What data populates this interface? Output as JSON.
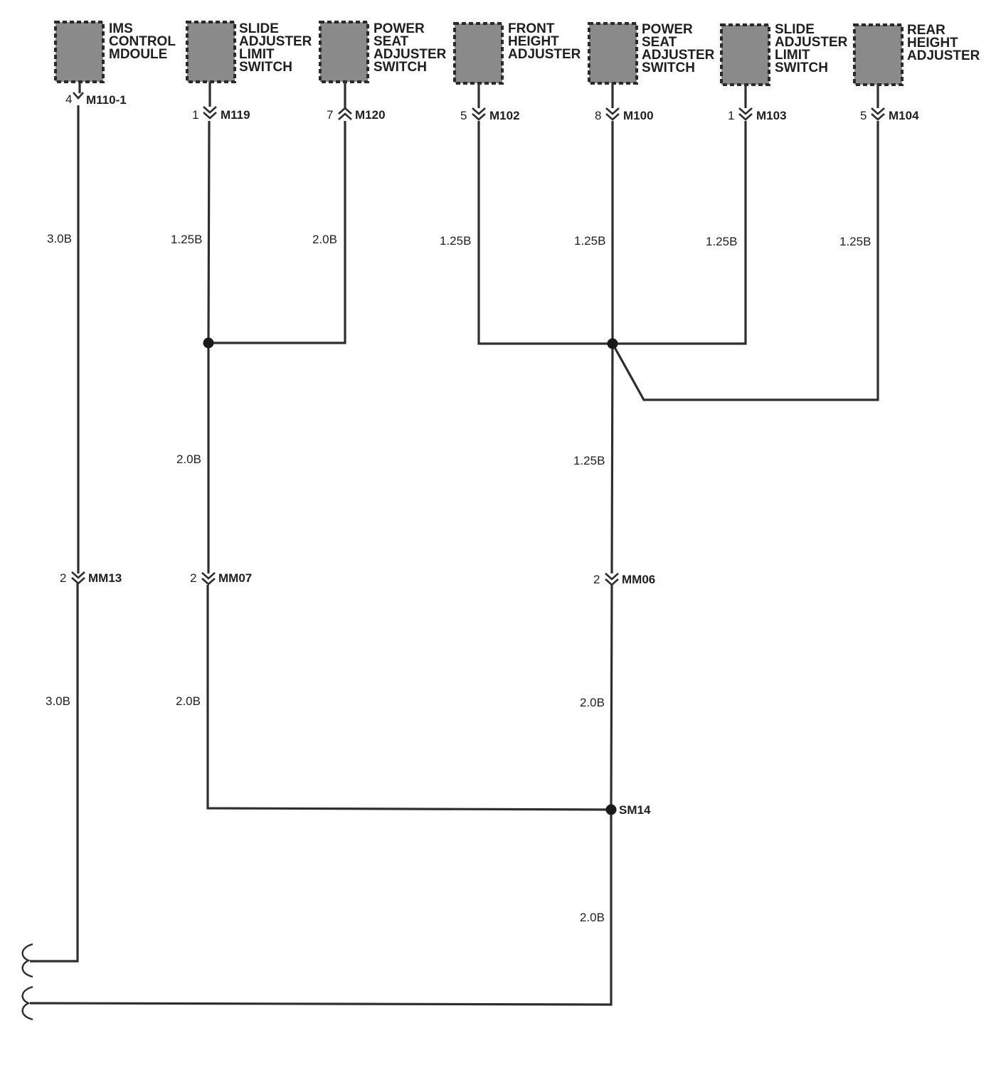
{
  "components": [
    {
      "id": "ims",
      "label_lines": [
        "IMS",
        "CONTROL",
        "MDOULE"
      ]
    },
    {
      "id": "slide1",
      "label_lines": [
        "SLIDE",
        "ADJUSTER",
        "LIMIT",
        "SWITCH"
      ]
    },
    {
      "id": "pseat1",
      "label_lines": [
        "POWER",
        "SEAT",
        "ADJUSTER",
        "SWITCH"
      ]
    },
    {
      "id": "fheight",
      "label_lines": [
        "FRONT",
        "HEIGHT",
        "ADJUSTER"
      ]
    },
    {
      "id": "pseat2",
      "label_lines": [
        "POWER",
        "SEAT",
        "ADJUSTER",
        "SWITCH"
      ]
    },
    {
      "id": "slide2",
      "label_lines": [
        "SLIDE",
        "ADJUSTER",
        "LIMIT",
        "SWITCH"
      ]
    },
    {
      "id": "rheight",
      "label_lines": [
        "REAR",
        "HEIGHT",
        "ADJUSTER"
      ]
    }
  ],
  "connectors": [
    {
      "id": "M110-1",
      "name": "M110-1",
      "pin": "4",
      "style": "single"
    },
    {
      "id": "M119",
      "name": "M119",
      "pin": "1",
      "style": "down"
    },
    {
      "id": "M120",
      "name": "M120",
      "pin": "7",
      "style": "up"
    },
    {
      "id": "M102",
      "name": "M102",
      "pin": "5",
      "style": "down"
    },
    {
      "id": "M100",
      "name": "M100",
      "pin": "8",
      "style": "down"
    },
    {
      "id": "M103",
      "name": "M103",
      "pin": "1",
      "style": "down"
    },
    {
      "id": "M104",
      "name": "M104",
      "pin": "5",
      "style": "down"
    },
    {
      "id": "MM13",
      "name": "MM13",
      "pin": "2",
      "style": "down"
    },
    {
      "id": "MM07",
      "name": "MM07",
      "pin": "2",
      "style": "down"
    },
    {
      "id": "MM06",
      "name": "MM06",
      "pin": "2",
      "style": "down"
    }
  ],
  "wire_labels": [
    {
      "id": "w1",
      "text": "3.0B"
    },
    {
      "id": "w2",
      "text": "1.25B"
    },
    {
      "id": "w3",
      "text": "2.0B"
    },
    {
      "id": "w4",
      "text": "1.25B"
    },
    {
      "id": "w5",
      "text": "1.25B"
    },
    {
      "id": "w6",
      "text": "1.25B"
    },
    {
      "id": "w7",
      "text": "1.25B"
    },
    {
      "id": "w8",
      "text": "2.0B"
    },
    {
      "id": "w9",
      "text": "1.25B"
    },
    {
      "id": "w10",
      "text": "3.0B"
    },
    {
      "id": "w11",
      "text": "2.0B"
    },
    {
      "id": "w12",
      "text": "2.0B"
    },
    {
      "id": "w13",
      "text": "2.0B"
    }
  ],
  "splices": [
    {
      "id": "j1",
      "label": ""
    },
    {
      "id": "j2",
      "label": ""
    },
    {
      "id": "SM14",
      "label": "SM14"
    }
  ]
}
